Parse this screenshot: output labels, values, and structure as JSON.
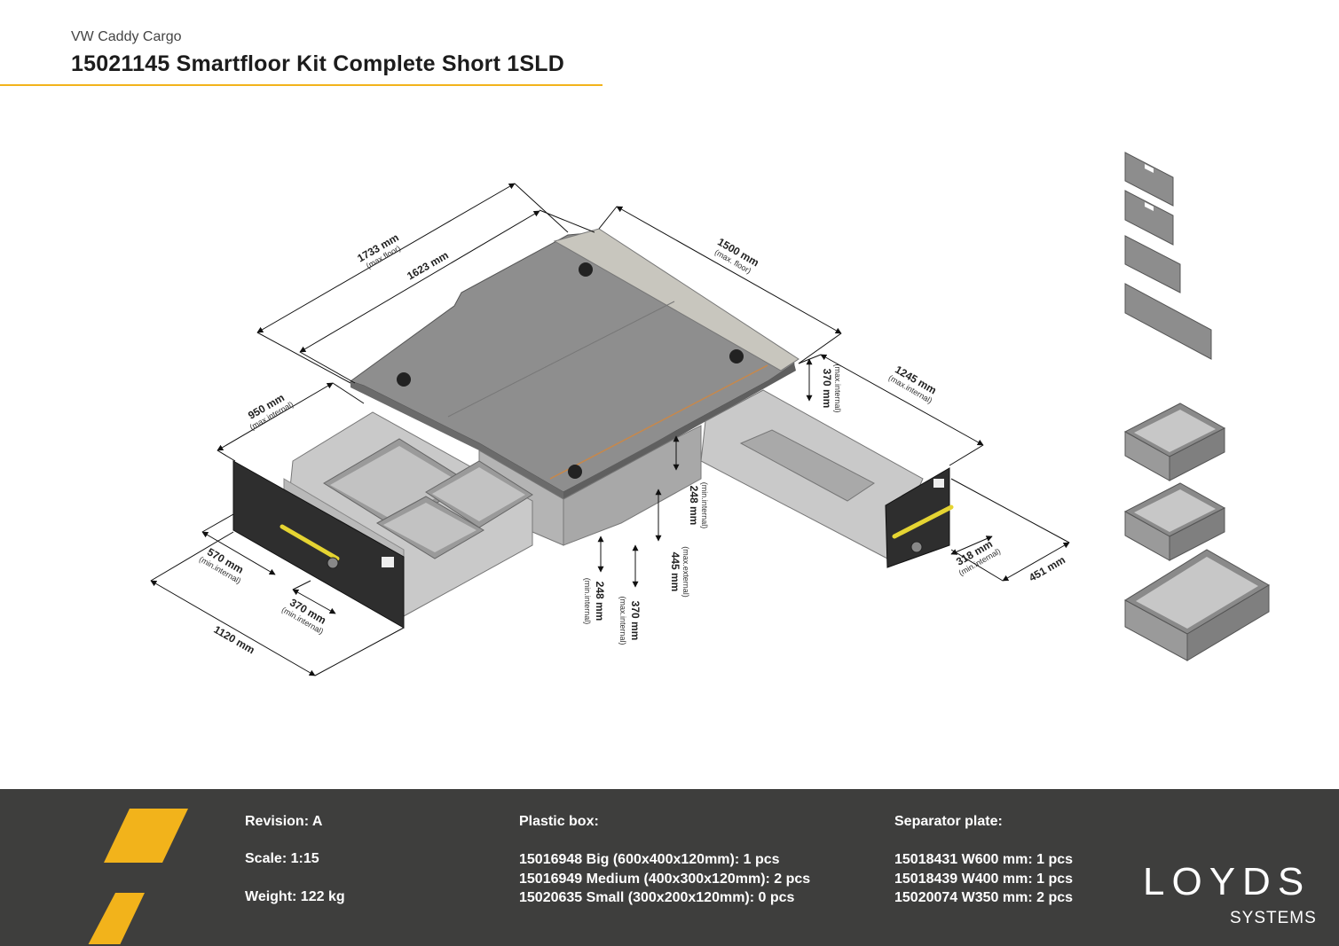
{
  "header": {
    "subtitle": "VW Caddy Cargo",
    "title": "15021145 Smartfloor Kit Complete Short 1SLD"
  },
  "dimensions": {
    "d1733": {
      "value": "1733 mm",
      "note": "(max.floor)"
    },
    "d1623": {
      "value": "1623 mm"
    },
    "d1500": {
      "value": "1500 mm",
      "note": "(max. floor)"
    },
    "d1245": {
      "value": "1245 mm",
      "note": "(max.internal)"
    },
    "d950": {
      "value": "950 mm",
      "note": "(max.internal)"
    },
    "d370a": {
      "value": "370 mm",
      "note": "(max.internal)"
    },
    "d248a": {
      "value": "248 mm",
      "note": "(min.internal)"
    },
    "d445": {
      "value": "445 mm",
      "note": "(max.external)"
    },
    "d248b": {
      "value": "248 mm",
      "note": "(min.internal)"
    },
    "d370b": {
      "value": "370 mm",
      "note": "(max.internal)"
    },
    "d570": {
      "value": "570 mm",
      "note": "(min.internal)"
    },
    "d370c": {
      "value": "370 mm",
      "note": "(min.internal)"
    },
    "d1120": {
      "value": "1120 mm"
    },
    "d318": {
      "value": "318 mm",
      "note": "(min.internal)"
    },
    "d451": {
      "value": "451 mm"
    }
  },
  "footer": {
    "revision": "Revision: A",
    "scale": "Scale: 1:15",
    "weight": "Weight: 122 kg",
    "plastic_box": {
      "heading": "Plastic box:",
      "items": [
        "15016948 Big (600x400x120mm): 1 pcs",
        "15016949 Medium (400x300x120mm): 2 pcs",
        "15020635 Small (300x200x120mm): 0 pcs"
      ]
    },
    "separator_plate": {
      "heading": "Separator plate:",
      "items": [
        "15018431 W600 mm: 1 pcs",
        "15018439 W400 mm: 1 pcs",
        "15020074 W350 mm: 2 pcs"
      ]
    }
  },
  "brand": {
    "name": "LOYDS",
    "sub": "SYSTEMS"
  },
  "colors": {
    "accent": "#f2b31b",
    "footer_bg": "#3e3e3d",
    "panel_grey": "#8a8a8a",
    "drawer_front": "#2e2e2e"
  }
}
